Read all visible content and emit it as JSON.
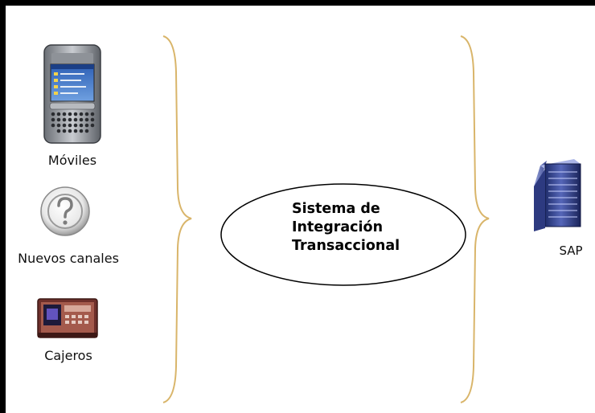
{
  "sources": [
    {
      "label": "Móviles",
      "icon": "pda-phone-icon"
    },
    {
      "label": "Nuevos canales",
      "icon": "question-mark-icon"
    },
    {
      "label": "Cajeros",
      "icon": "atm-terminal-icon"
    }
  ],
  "center": {
    "lines": [
      "Sistema de",
      "Integración",
      "Transaccional"
    ]
  },
  "target": {
    "label": "SAP",
    "icon": "server-tower-icon"
  },
  "colors": {
    "border": "#000000",
    "brace": "#d9b56a",
    "ellipse_stroke": "#000000"
  }
}
